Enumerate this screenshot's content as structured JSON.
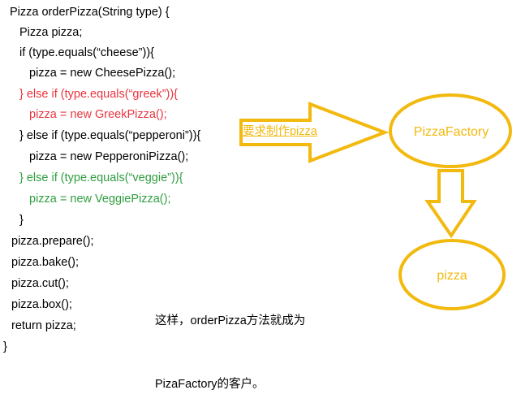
{
  "code": {
    "lines": [
      "Pizza orderPizza(String type) {",
      "Pizza pizza;",
      "if (type.equals(“cheese”)){",
      "pizza = new CheesePizza();",
      "} else if (type.equals(“greek”)){",
      "pizza = new GreekPizza();",
      "} else if (type.equals(“pepperoni”)){",
      "pizza = new PepperoniPizza();",
      "} else if (type.equals(“veggie”)){",
      "pizza = new VeggiePizza();",
      "}",
      "pizza.prepare();",
      "pizza.bake();",
      "pizza.cut();",
      "pizza.box();",
      "return pizza;",
      "}"
    ]
  },
  "diagram": {
    "arrow_label": "要求制作pizza",
    "factory_label": "PizzaFactory",
    "pizza_label": "pizza",
    "accent_color": "#f2b90e"
  },
  "caption": {
    "line1": "这样，orderPizza方法就成为",
    "line2": "PizaFactory的客户。"
  }
}
